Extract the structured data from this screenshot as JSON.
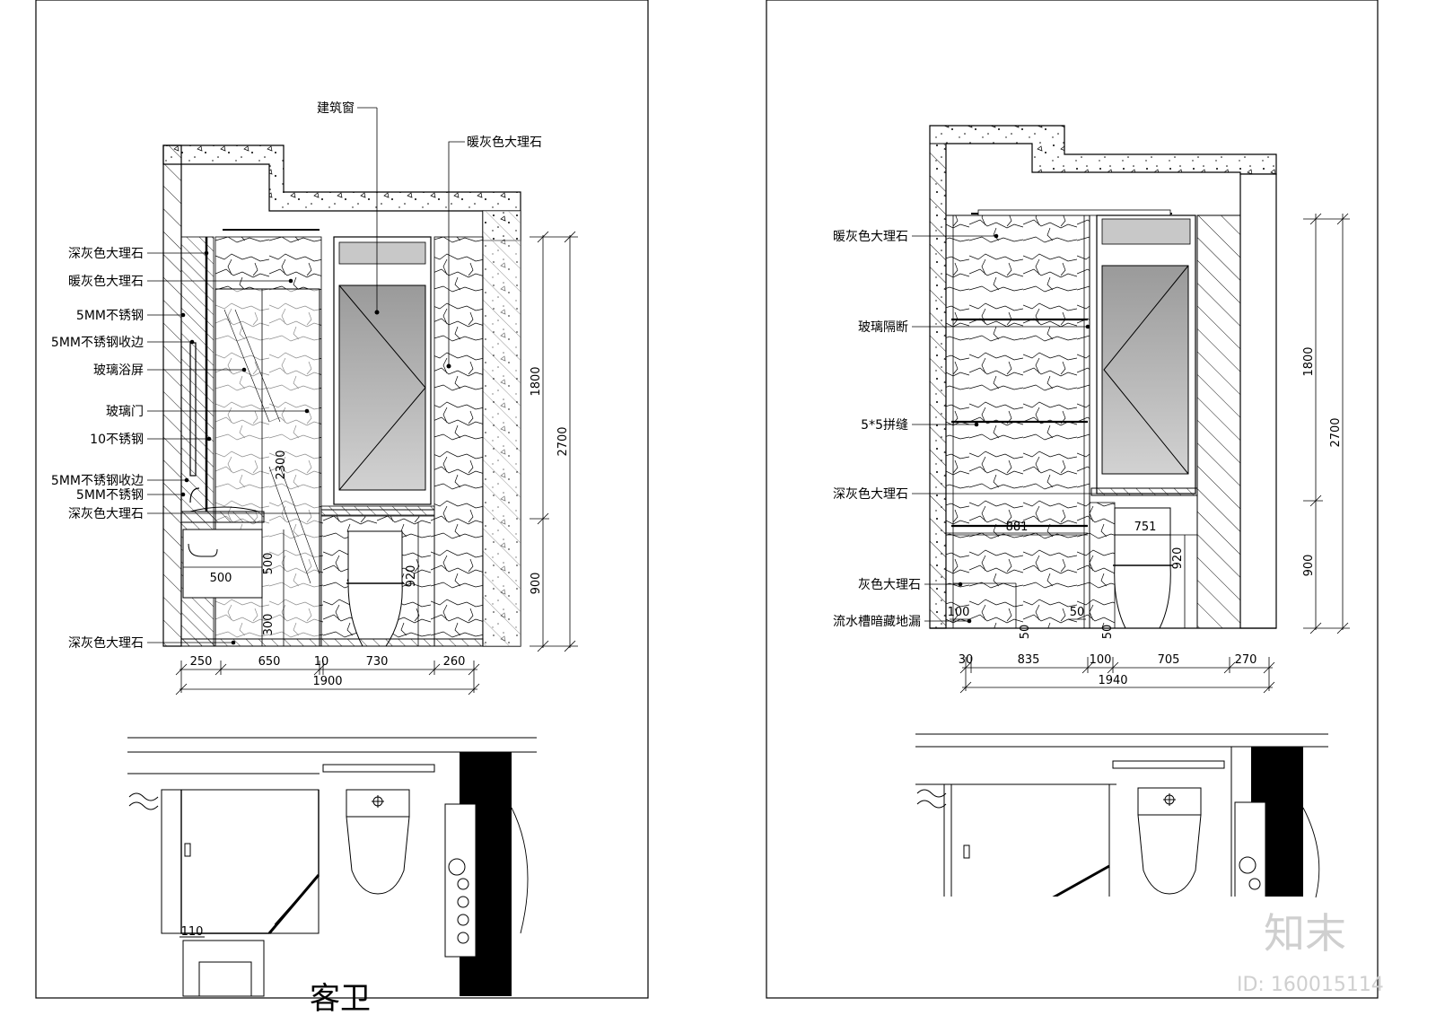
{
  "left_elevation": {
    "callouts": {
      "window": "建筑窗",
      "warm_grey_marble_top": "暖灰色大理石",
      "dark_grey_marble_1": "深灰色大理石",
      "warm_grey_marble": "暖灰色大理石",
      "ss_5mm_1": "5MM不锈钢",
      "ss_5mm_trim_1": "5MM不锈钢收边",
      "glass_screen": "玻璃浴屏",
      "glass_door": "玻璃门",
      "ss_10": "10不锈钢",
      "ss_5mm_trim_2": "5MM不锈钢收边",
      "ss_5mm_2": "5MM不锈钢",
      "dark_grey_marble_2": "深灰色大理石",
      "dark_grey_marble_3": "深灰色大理石"
    },
    "dims": {
      "h1800": "1800",
      "h2700": "2700",
      "h900": "900",
      "h2300": "2300",
      "h920": "920",
      "h500": "500",
      "h300": "300",
      "w500": "500",
      "w250": "250",
      "w650": "650",
      "w10": "10",
      "w730": "730",
      "w260": "260",
      "total": "1900",
      "plan_110": "110"
    },
    "plan_title": "客卫"
  },
  "right_elevation": {
    "callouts": {
      "warm_grey_marble": "暖灰色大理石",
      "glass_partition": "玻璃隔断",
      "joint_5x5": "5*5拼缝",
      "dark_grey_marble": "深灰色大理石",
      "grey_marble": "灰色大理石",
      "drain": "流水槽暗藏地漏"
    },
    "dims": {
      "h1800": "1800",
      "h2700": "2700",
      "h900": "900",
      "h920": "920",
      "w881": "881",
      "w751": "751",
      "w100a": "100",
      "w50a": "50",
      "w50b": "50",
      "w50c": "50",
      "w30": "30",
      "w835": "835",
      "w100": "100",
      "w705": "705",
      "w270": "270",
      "total": "1940"
    }
  },
  "watermark": {
    "logo": "知末",
    "id": "ID: 160015114"
  }
}
